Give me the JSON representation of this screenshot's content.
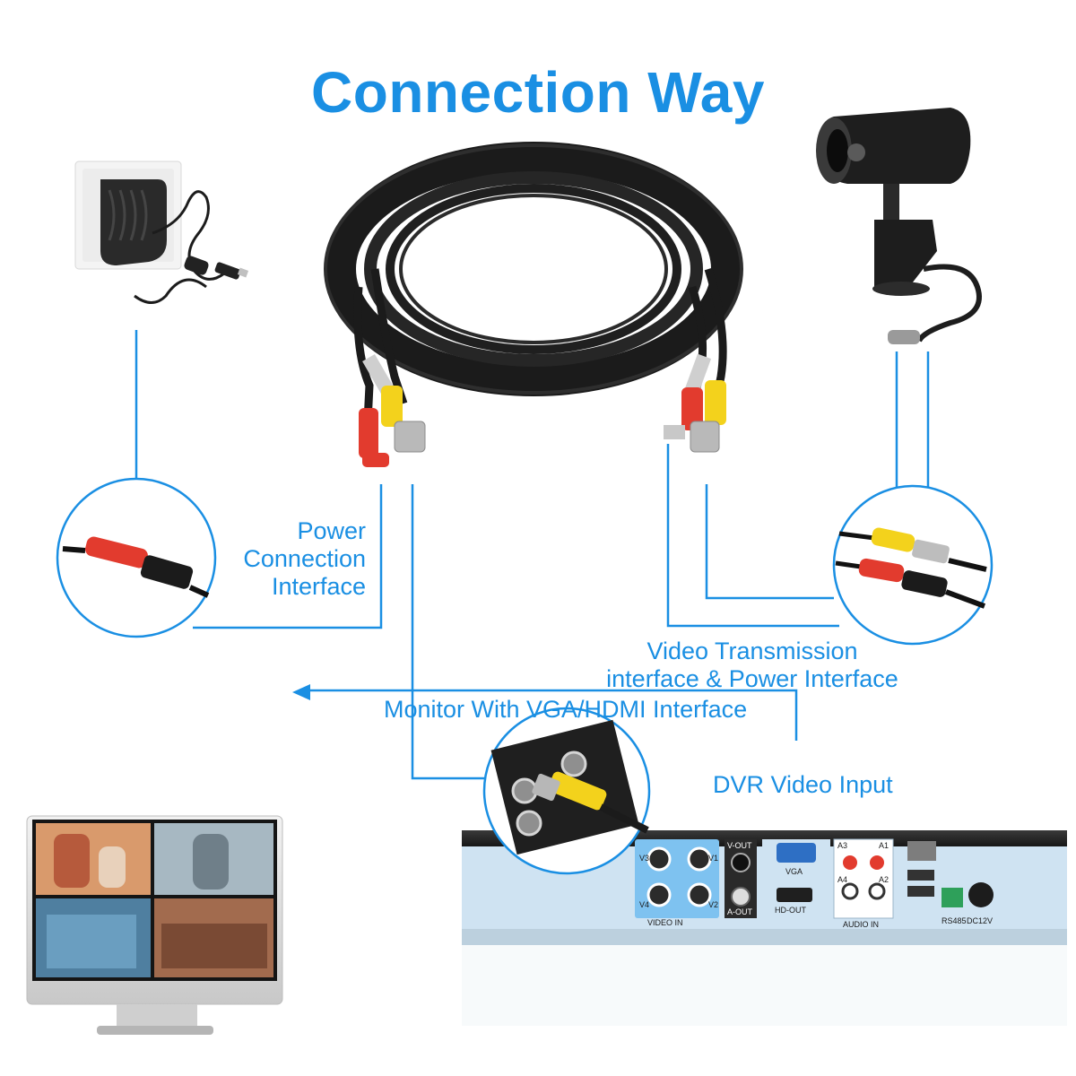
{
  "title": "Connection Way",
  "labels": {
    "power_line1": "Power",
    "power_line2": "Connection",
    "power_line3": "Interface",
    "video_line1": "Video Transmission",
    "video_line2": "interface & Power Interface",
    "dvr": "DVR Video Input",
    "monitor": "Monitor With VGA/HDMI Interface"
  },
  "dvr_panel": {
    "video_in": "VIDEO IN",
    "v1": "V1",
    "v2": "V2",
    "v3": "V3",
    "v4": "V4",
    "v_out": "V-OUT",
    "a_out": "A-OUT",
    "vga": "VGA",
    "hd_out": "HD-OUT",
    "audio_in": "AUDIO IN",
    "a1": "A1",
    "a2": "A2",
    "a3": "A3",
    "a4": "A4",
    "rs485": "RS485",
    "dc12v": "DC12V"
  },
  "colors": {
    "accent": "#1a8fe3",
    "cable": "#1b1b1b",
    "plug_red": "#e23b2e",
    "plug_yellow": "#f3d21c",
    "dvr_face": "#cfe3f2"
  }
}
